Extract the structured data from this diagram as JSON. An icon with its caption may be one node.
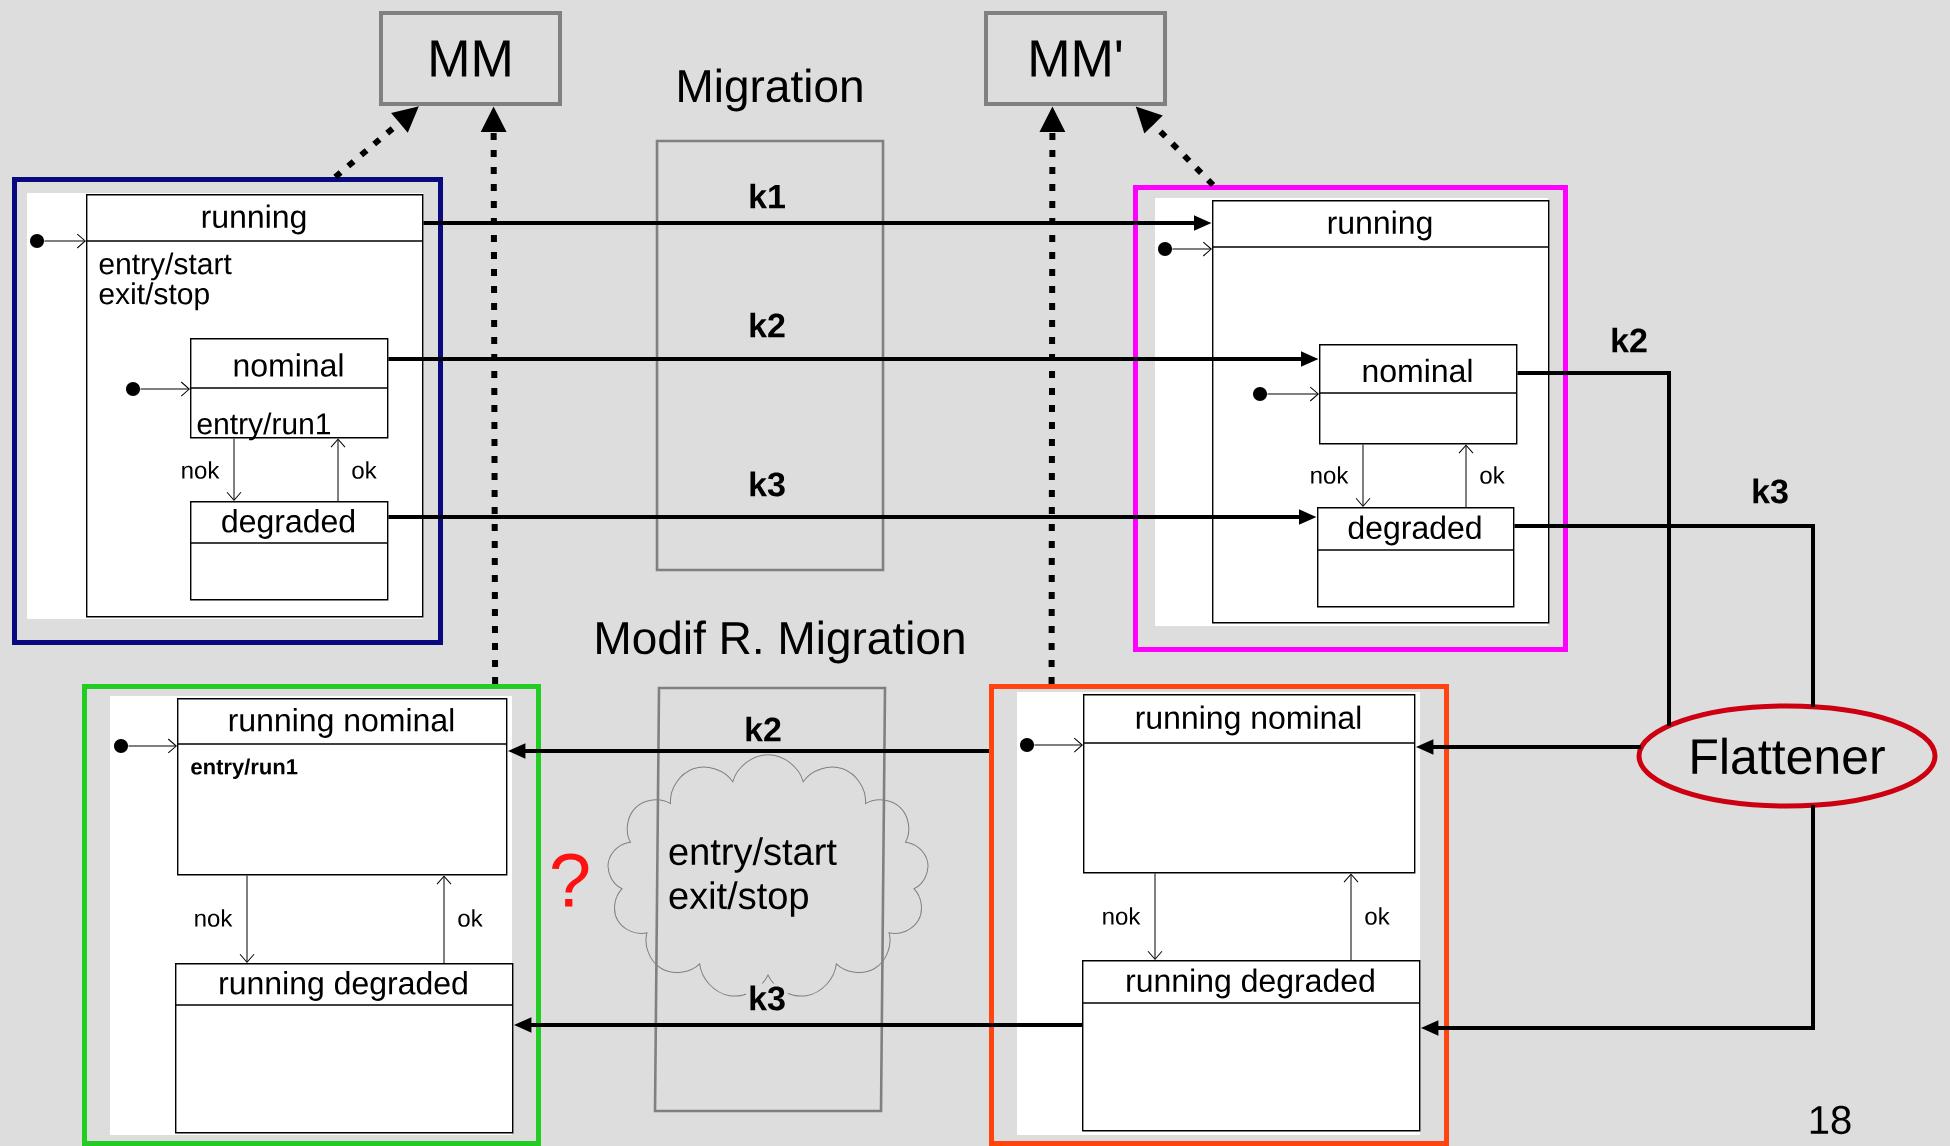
{
  "diagram": {
    "nodes": [
      {
        "text": [
          "MM"
        ]
      },
      {
        "text": [
          "MM'"
        ]
      },
      {
        "text": [],
        "shape": "box"
      },
      {
        "text": [
          "running",
          "entry/start exit/stop"
        ],
        "in": 2
      },
      {
        "text": [],
        "shape": "circle",
        "in": 2
      },
      {
        "text": [
          "nominal",
          "entry/run1"
        ],
        "in": 3
      },
      {
        "text": [],
        "shape": "circle",
        "in": 3
      },
      {
        "text": [
          "degraded"
        ],
        "in": 3
      },
      {
        "text": [],
        "shape": "box"
      },
      {
        "text": [
          "running"
        ],
        "in": 8
      },
      {
        "text": [],
        "shape": "circle",
        "in": 8
      },
      {
        "text": [
          "nominal"
        ],
        "in": 9
      },
      {
        "text": [],
        "shape": "circle",
        "in": 9
      },
      {
        "text": [
          "degraded"
        ],
        "in": 9
      },
      {
        "text": [
          "entry/start exit/stop"
        ]
      },
      {
        "text": [
          "Flattener"
        ]
      },
      {
        "text": [],
        "shape": "box"
      },
      {
        "text": [],
        "shape": "circle",
        "in": 16
      },
      {
        "text": [
          "running nominal",
          "entry/run1"
        ],
        "in": 16
      },
      {
        "text": [
          "running degraded"
        ],
        "in": 16
      },
      {
        "text": [],
        "shape": "box"
      },
      {
        "text": [],
        "shape": "circle",
        "in": 20
      },
      {
        "text": [
          "running nominal"
        ],
        "in": 20
      },
      {
        "text": [
          "running degraded"
        ],
        "in": 20
      }
    ],
    "edges": [
      {
        "from": 2,
        "to": 0,
        "arrow": "to",
        "style": "dashed"
      },
      {
        "from": 16,
        "to": 0,
        "arrow": "to",
        "style": "dashed"
      },
      {
        "from": 8,
        "to": 1,
        "arrow": "to",
        "style": "dashed"
      },
      {
        "from": 20,
        "to": 1,
        "arrow": "to",
        "style": "dashed"
      },
      {
        "from": 3,
        "to": 9,
        "arrow": "to",
        "label": "k1",
        "style": "thick"
      },
      {
        "from": 5,
        "to": 11,
        "arrow": "to",
        "label": "k2",
        "style": "thick"
      },
      {
        "from": 7,
        "to": 13,
        "arrow": "to",
        "label": "k3",
        "style": "thick"
      },
      {
        "from": 11,
        "to": 15,
        "arrow": "none",
        "label": "k2",
        "style": "thick"
      },
      {
        "from": 15,
        "to": 22,
        "arrow": "to",
        "style": "thick"
      },
      {
        "from": 13,
        "to": 15,
        "arrow": "none",
        "label": "k3",
        "style": "thick"
      },
      {
        "from": 15,
        "to": 23,
        "arrow": "to",
        "style": "thick"
      },
      {
        "from": 20,
        "to": 18,
        "arrow": "to",
        "label": "k2",
        "style": "thick"
      },
      {
        "from": 23,
        "to": 19,
        "arrow": "to",
        "label": "k3",
        "style": "thick"
      },
      {
        "from": 4,
        "to": 3,
        "arrow": "to"
      },
      {
        "from": 6,
        "to": 5,
        "arrow": "to"
      },
      {
        "from": 5,
        "to": 7,
        "arrow": "to",
        "label": "nok"
      },
      {
        "from": 7,
        "to": 5,
        "arrow": "to",
        "label": "ok"
      },
      {
        "from": 10,
        "to": 9,
        "arrow": "to"
      },
      {
        "from": 12,
        "to": 11,
        "arrow": "to"
      },
      {
        "from": 11,
        "to": 13,
        "arrow": "to",
        "label": "nok"
      },
      {
        "from": 13,
        "to": 11,
        "arrow": "to",
        "label": "ok"
      },
      {
        "from": 17,
        "to": 18,
        "arrow": "to"
      },
      {
        "from": 18,
        "to": 19,
        "arrow": "to",
        "label": "nok"
      },
      {
        "from": 19,
        "to": 18,
        "arrow": "to",
        "label": "ok"
      },
      {
        "from": 21,
        "to": 22,
        "arrow": "to"
      },
      {
        "from": 22,
        "to": 23,
        "arrow": "to",
        "label": "nok"
      },
      {
        "from": 23,
        "to": 22,
        "arrow": "to",
        "label": "ok"
      }
    ],
    "labels": [
      "Migration",
      "Modif R. Migration",
      "?",
      "18"
    ]
  }
}
